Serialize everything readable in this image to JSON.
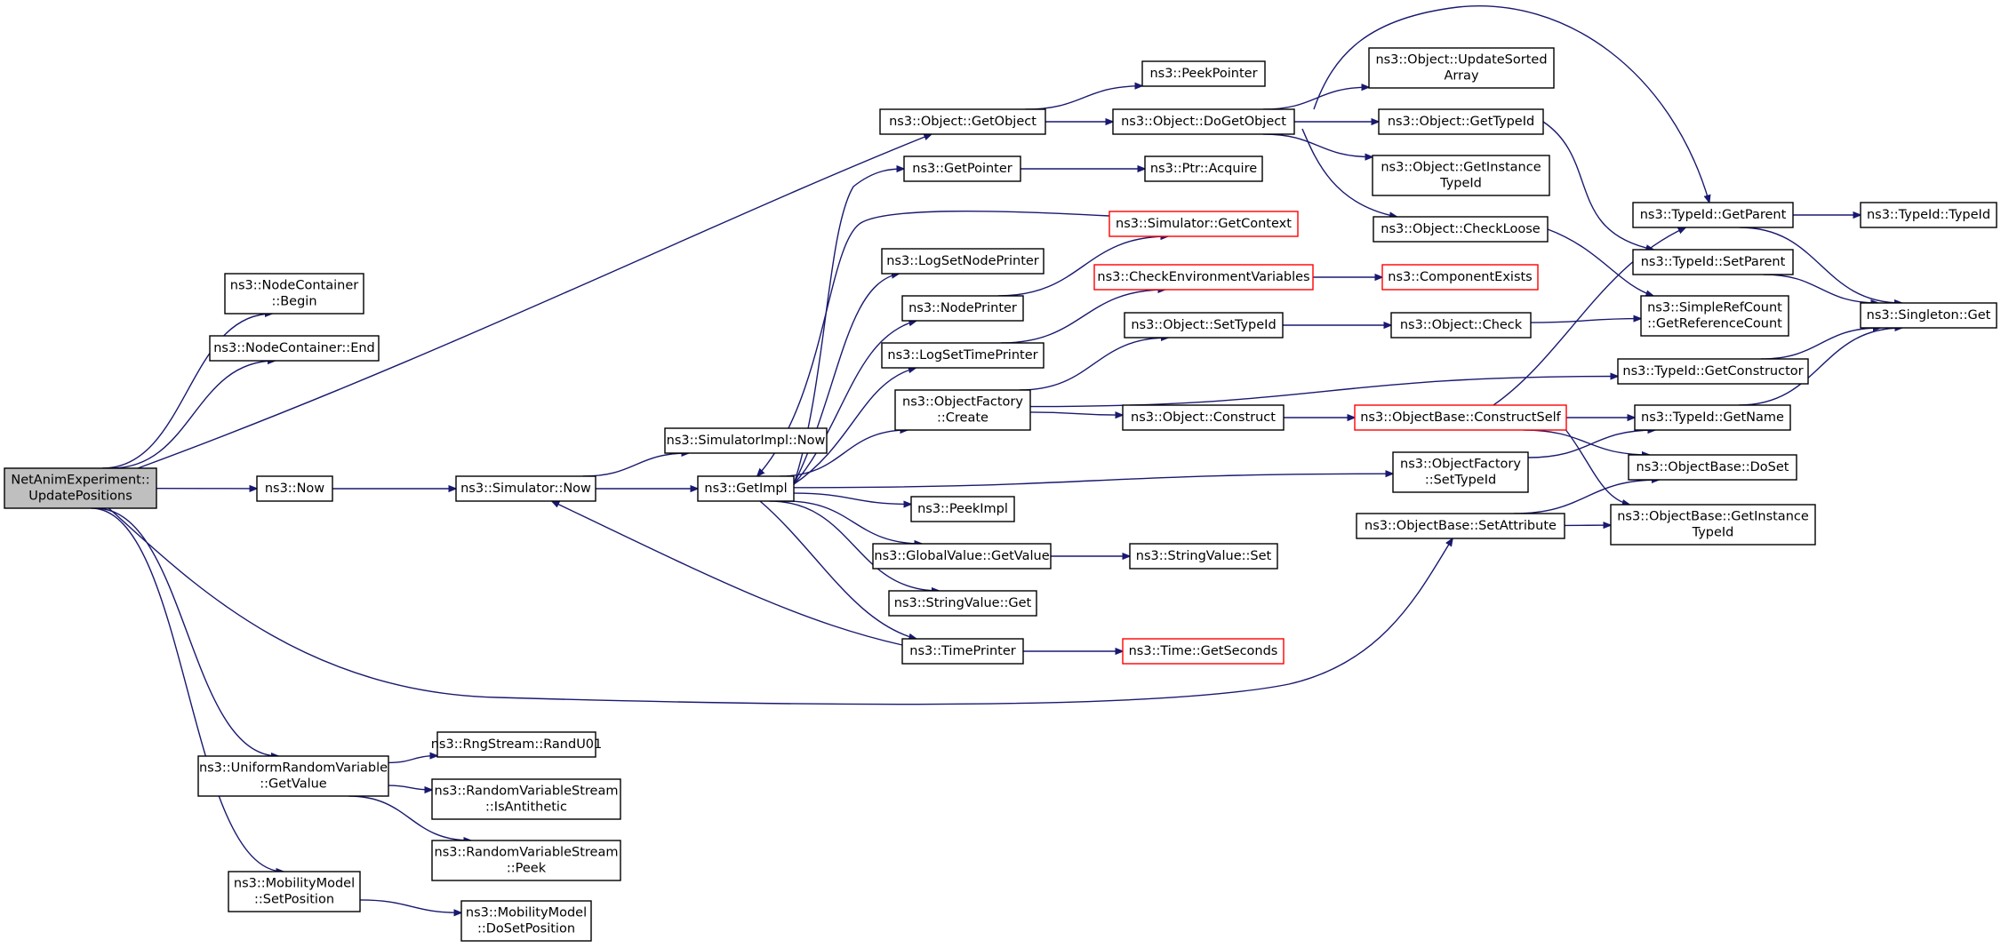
{
  "colors": {
    "edge": "#191970",
    "root_fill": "#bfbfbf",
    "red_border": "#ff0000",
    "box_border": "#000000"
  },
  "nodes": [
    {
      "id": "root",
      "lines": [
        "NetAnimExperiment::",
        "UpdatePositions"
      ],
      "style": "root"
    },
    {
      "id": "nc_begin",
      "lines": [
        "ns3::NodeContainer",
        "::Begin"
      ]
    },
    {
      "id": "nc_end",
      "lines": [
        "ns3::NodeContainer::End"
      ]
    },
    {
      "id": "now",
      "lines": [
        "ns3::Now"
      ]
    },
    {
      "id": "urv",
      "lines": [
        "ns3::UniformRandomVariable",
        "::GetValue"
      ]
    },
    {
      "id": "mm_set",
      "lines": [
        "ns3::MobilityModel",
        "::SetPosition"
      ]
    },
    {
      "id": "sim_now",
      "lines": [
        "ns3::Simulator::Now"
      ]
    },
    {
      "id": "simimpl_now",
      "lines": [
        "ns3::SimulatorImpl::Now"
      ]
    },
    {
      "id": "getimpl",
      "lines": [
        "ns3::GetImpl"
      ]
    },
    {
      "id": "obj_getobject",
      "lines": [
        "ns3::Object::GetObject"
      ]
    },
    {
      "id": "getpointer",
      "lines": [
        "ns3::GetPointer"
      ]
    },
    {
      "id": "lognodeprinter",
      "lines": [
        "ns3::LogSetNodePrinter"
      ]
    },
    {
      "id": "nodeprinter",
      "lines": [
        "ns3::NodePrinter"
      ]
    },
    {
      "id": "logtimeprinter",
      "lines": [
        "ns3::LogSetTimePrinter"
      ]
    },
    {
      "id": "objfactory_create",
      "lines": [
        "ns3::ObjectFactory",
        "::Create"
      ]
    },
    {
      "id": "peekimpl",
      "lines": [
        "ns3::PeekImpl"
      ]
    },
    {
      "id": "gv_getvalue",
      "lines": [
        "ns3::GlobalValue::GetValue"
      ]
    },
    {
      "id": "sv_get",
      "lines": [
        "ns3::StringValue::Get"
      ]
    },
    {
      "id": "timeprinter",
      "lines": [
        "ns3::TimePrinter"
      ]
    },
    {
      "id": "peekpointer",
      "lines": [
        "ns3::PeekPointer"
      ]
    },
    {
      "id": "dogetobject",
      "lines": [
        "ns3::Object::DoGetObject"
      ]
    },
    {
      "id": "ptr_acquire",
      "lines": [
        "ns3::Ptr::Acquire"
      ]
    },
    {
      "id": "sim_getcontext",
      "lines": [
        "ns3::Simulator::GetContext"
      ],
      "style": "red"
    },
    {
      "id": "checkenv",
      "lines": [
        "ns3::CheckEnvironmentVariables"
      ],
      "style": "red"
    },
    {
      "id": "obj_settypeid",
      "lines": [
        "ns3::Object::SetTypeId"
      ]
    },
    {
      "id": "obj_construct",
      "lines": [
        "ns3::Object::Construct"
      ]
    },
    {
      "id": "sv_set",
      "lines": [
        "ns3::StringValue::Set"
      ]
    },
    {
      "id": "time_getseconds",
      "lines": [
        "ns3::Time::GetSeconds"
      ],
      "style": "red"
    },
    {
      "id": "obj_updatesorted",
      "lines": [
        "ns3::Object::UpdateSorted",
        "Array"
      ]
    },
    {
      "id": "obj_gettypeid",
      "lines": [
        "ns3::Object::GetTypeId"
      ]
    },
    {
      "id": "obj_getinstancetypeid",
      "lines": [
        "ns3::Object::GetInstance",
        "TypeId"
      ]
    },
    {
      "id": "obj_checkloose",
      "lines": [
        "ns3::Object::CheckLoose"
      ]
    },
    {
      "id": "componentexists",
      "lines": [
        "ns3::ComponentExists"
      ],
      "style": "red"
    },
    {
      "id": "obj_check",
      "lines": [
        "ns3::Object::Check"
      ]
    },
    {
      "id": "ob_constructself",
      "lines": [
        "ns3::ObjectBase::ConstructSelf"
      ],
      "style": "red"
    },
    {
      "id": "of_settypeid",
      "lines": [
        "ns3::ObjectFactory",
        "::SetTypeId"
      ]
    },
    {
      "id": "ob_setattribute",
      "lines": [
        "ns3::ObjectBase::SetAttribute"
      ]
    },
    {
      "id": "tid_getparent",
      "lines": [
        "ns3::TypeId::GetParent"
      ]
    },
    {
      "id": "tid_setparent",
      "lines": [
        "ns3::TypeId::SetParent"
      ]
    },
    {
      "id": "src_getrefcount",
      "lines": [
        "ns3::SimpleRefCount",
        "::GetReferenceCount"
      ]
    },
    {
      "id": "tid_getconstructor",
      "lines": [
        "ns3::TypeId::GetConstructor"
      ]
    },
    {
      "id": "tid_getname",
      "lines": [
        "ns3::TypeId::GetName"
      ]
    },
    {
      "id": "ob_doset",
      "lines": [
        "ns3::ObjectBase::DoSet"
      ]
    },
    {
      "id": "ob_getinstancetypeid",
      "lines": [
        "ns3::ObjectBase::GetInstance",
        "TypeId"
      ]
    },
    {
      "id": "tid_typeid",
      "lines": [
        "ns3::TypeId::TypeId"
      ]
    },
    {
      "id": "singleton_get",
      "lines": [
        "ns3::Singleton::Get"
      ]
    },
    {
      "id": "rng_randu01",
      "lines": [
        "ns3::RngStream::RandU01"
      ]
    },
    {
      "id": "rvs_isantithetic",
      "lines": [
        "ns3::RandomVariableStream",
        "::IsAntithetic"
      ]
    },
    {
      "id": "rvs_peek",
      "lines": [
        "ns3::RandomVariableStream",
        "::Peek"
      ]
    },
    {
      "id": "mm_doset",
      "lines": [
        "ns3::MobilityModel",
        "::DoSetPosition"
      ]
    }
  ],
  "edges": [
    [
      "root",
      "nc_begin"
    ],
    [
      "root",
      "nc_end"
    ],
    [
      "root",
      "now"
    ],
    [
      "root",
      "urv"
    ],
    [
      "root",
      "mm_set"
    ],
    [
      "root",
      "obj_getobject"
    ],
    [
      "root",
      "ob_setattribute"
    ],
    [
      "now",
      "sim_now"
    ],
    [
      "sim_now",
      "simimpl_now"
    ],
    [
      "sim_now",
      "getimpl"
    ],
    [
      "getimpl",
      "getpointer"
    ],
    [
      "getimpl",
      "lognodeprinter"
    ],
    [
      "getimpl",
      "nodeprinter"
    ],
    [
      "getimpl",
      "logtimeprinter"
    ],
    [
      "getimpl",
      "objfactory_create"
    ],
    [
      "getimpl",
      "peekimpl"
    ],
    [
      "getimpl",
      "gv_getvalue"
    ],
    [
      "getimpl",
      "sv_get"
    ],
    [
      "getimpl",
      "timeprinter"
    ],
    [
      "getimpl",
      "of_settypeid"
    ],
    [
      "sim_getcontext",
      "getimpl"
    ],
    [
      "nodeprinter",
      "sim_getcontext"
    ],
    [
      "logtimeprinter",
      "checkenv"
    ],
    [
      "timeprinter",
      "sim_now"
    ],
    [
      "timeprinter",
      "time_getseconds"
    ],
    [
      "obj_getobject",
      "peekpointer"
    ],
    [
      "obj_getobject",
      "dogetobject"
    ],
    [
      "getpointer",
      "ptr_acquire"
    ],
    [
      "gv_getvalue",
      "sv_set"
    ],
    [
      "checkenv",
      "componentexists"
    ],
    [
      "objfactory_create",
      "obj_settypeid"
    ],
    [
      "objfactory_create",
      "obj_construct"
    ],
    [
      "objfactory_create",
      "tid_getconstructor"
    ],
    [
      "obj_settypeid",
      "obj_check"
    ],
    [
      "obj_check",
      "src_getrefcount"
    ],
    [
      "obj_construct",
      "ob_constructself"
    ],
    [
      "dogetobject",
      "obj_updatesorted"
    ],
    [
      "dogetobject",
      "obj_gettypeid"
    ],
    [
      "dogetobject",
      "obj_getinstancetypeid"
    ],
    [
      "dogetobject",
      "obj_checkloose"
    ],
    [
      "dogetobject",
      "tid_getparent"
    ],
    [
      "obj_gettypeid",
      "tid_setparent"
    ],
    [
      "obj_checkloose",
      "src_getrefcount"
    ],
    [
      "ob_constructself",
      "tid_getparent"
    ],
    [
      "ob_constructself",
      "tid_getname"
    ],
    [
      "ob_constructself",
      "ob_doset"
    ],
    [
      "ob_constructself",
      "ob_getinstancetypeid"
    ],
    [
      "of_settypeid",
      "tid_getname"
    ],
    [
      "ob_setattribute",
      "ob_doset"
    ],
    [
      "ob_setattribute",
      "ob_getinstancetypeid"
    ],
    [
      "tid_getparent",
      "tid_typeid"
    ],
    [
      "tid_getparent",
      "singleton_get"
    ],
    [
      "tid_setparent",
      "singleton_get"
    ],
    [
      "tid_getconstructor",
      "singleton_get"
    ],
    [
      "tid_getname",
      "singleton_get"
    ],
    [
      "urv",
      "rng_randu01"
    ],
    [
      "urv",
      "rvs_isantithetic"
    ],
    [
      "urv",
      "rvs_peek"
    ],
    [
      "mm_set",
      "mm_doset"
    ]
  ]
}
